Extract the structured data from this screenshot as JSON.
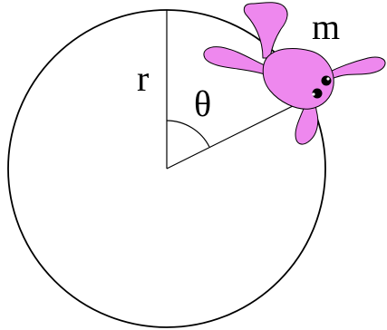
{
  "labels": {
    "radius": "r",
    "angle": "θ",
    "mass": "m"
  },
  "colors": {
    "stroke": "#000000",
    "background": "#ffffff",
    "bunny_fill": "#ee88ee",
    "bunny_eye": "#000000",
    "bunny_eye_highlight": "#ffffff"
  },
  "icons": {
    "bunny": "bunny-icon"
  }
}
